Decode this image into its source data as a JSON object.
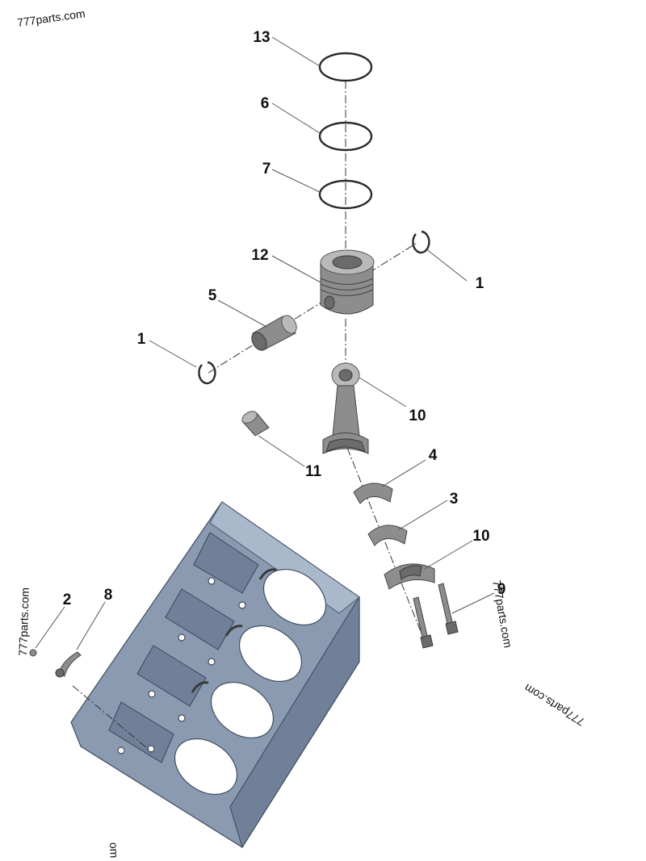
{
  "watermarks": {
    "top_left": "777parts.com",
    "left_rotated": "777parts.com",
    "right_rotated": "777parts.com",
    "bottom_right_rotated": "777parts.com",
    "bottom_fragment": "om"
  },
  "callouts": [
    {
      "id": "13"
    },
    {
      "id": "6"
    },
    {
      "id": "7"
    },
    {
      "id": "12"
    },
    {
      "id": "1"
    },
    {
      "id": "5"
    },
    {
      "id": "1"
    },
    {
      "id": "10"
    },
    {
      "id": "11"
    },
    {
      "id": "4"
    },
    {
      "id": "3"
    },
    {
      "id": "10"
    },
    {
      "id": "9"
    },
    {
      "id": "2"
    },
    {
      "id": "8"
    }
  ],
  "colors": {
    "engine_block": "#8a9bb1",
    "metal_parts": "#8d8d8d",
    "labels": "#111111"
  }
}
